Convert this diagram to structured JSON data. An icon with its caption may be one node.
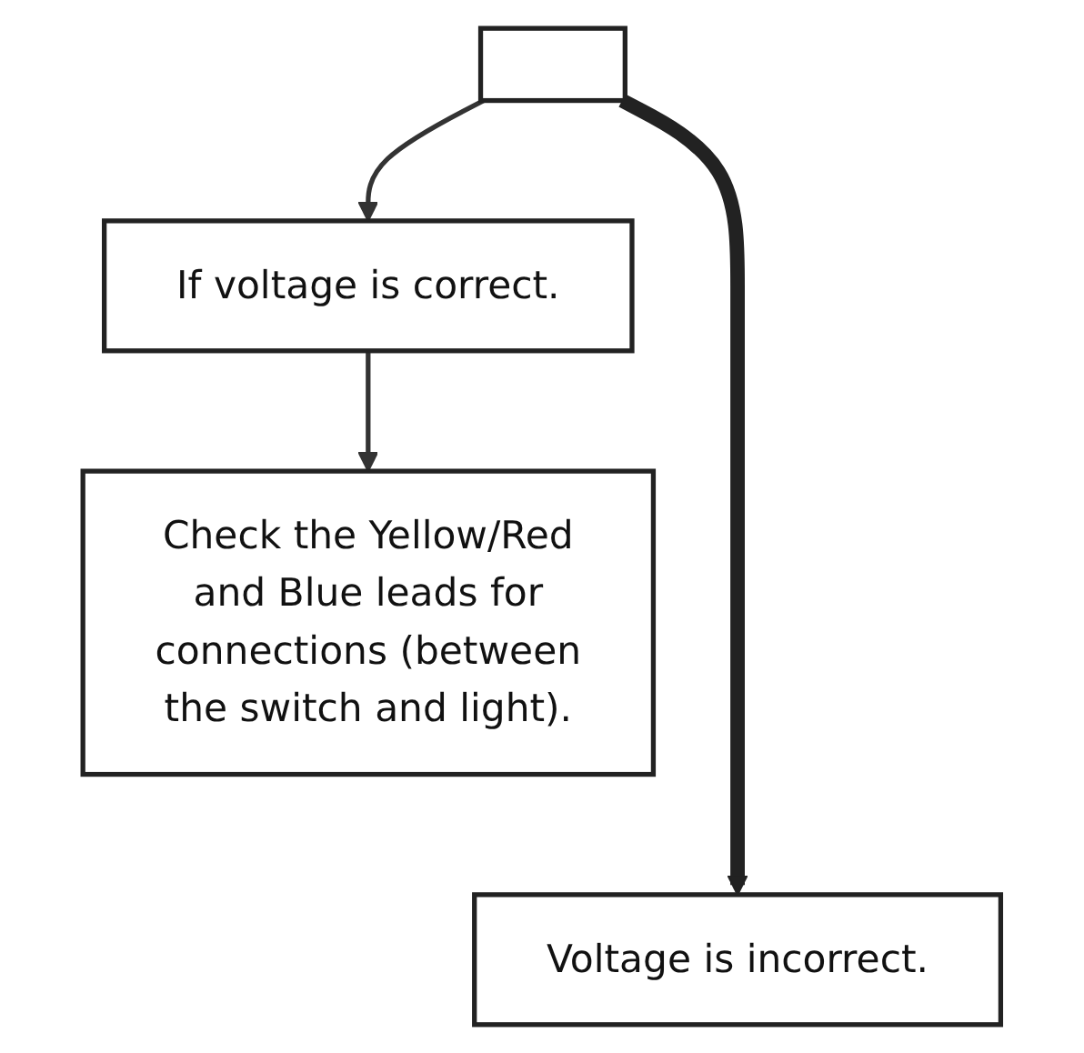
{
  "diagram": {
    "nodes": [
      {
        "text": [],
        "shape": "box"
      },
      {
        "text": [
          "If voltage is correct."
        ]
      },
      {
        "text": [
          "Check the Yellow/Red and Blue leads for connections (between the switch and light)."
        ]
      },
      {
        "text": [
          "Voltage is incorrect."
        ]
      }
    ],
    "edges": [
      {
        "from": 0,
        "to": 1,
        "arrow": "to"
      },
      {
        "from": 1,
        "to": 2,
        "arrow": "to"
      },
      {
        "from": 0,
        "to": 3,
        "arrow": "to",
        "style": "thick",
        "color": "#222222"
      }
    ]
  }
}
